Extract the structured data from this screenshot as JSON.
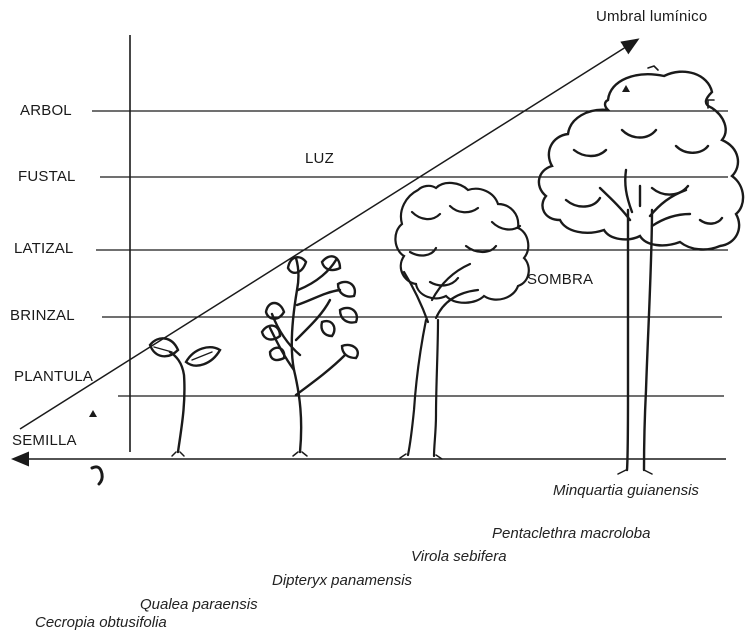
{
  "diagram": {
    "threshold_label": "Umbral lumínico",
    "light_label": "LUZ",
    "shade_label": "SOMBRA",
    "stages": [
      "ARBOL",
      "FUSTAL",
      "LATIZAL",
      "BRINZAL",
      "PLANTULA",
      "SEMILLA"
    ],
    "species": [
      "Minquartia guianensis",
      "Pentaclethra macroloba",
      "Virola sebifera",
      "Dipteryx panamensis",
      "Qualea paraensis",
      "Cecropia obtusifolia"
    ],
    "colors": {
      "ink": "#1a1a1a",
      "background": "#ffffff"
    }
  }
}
